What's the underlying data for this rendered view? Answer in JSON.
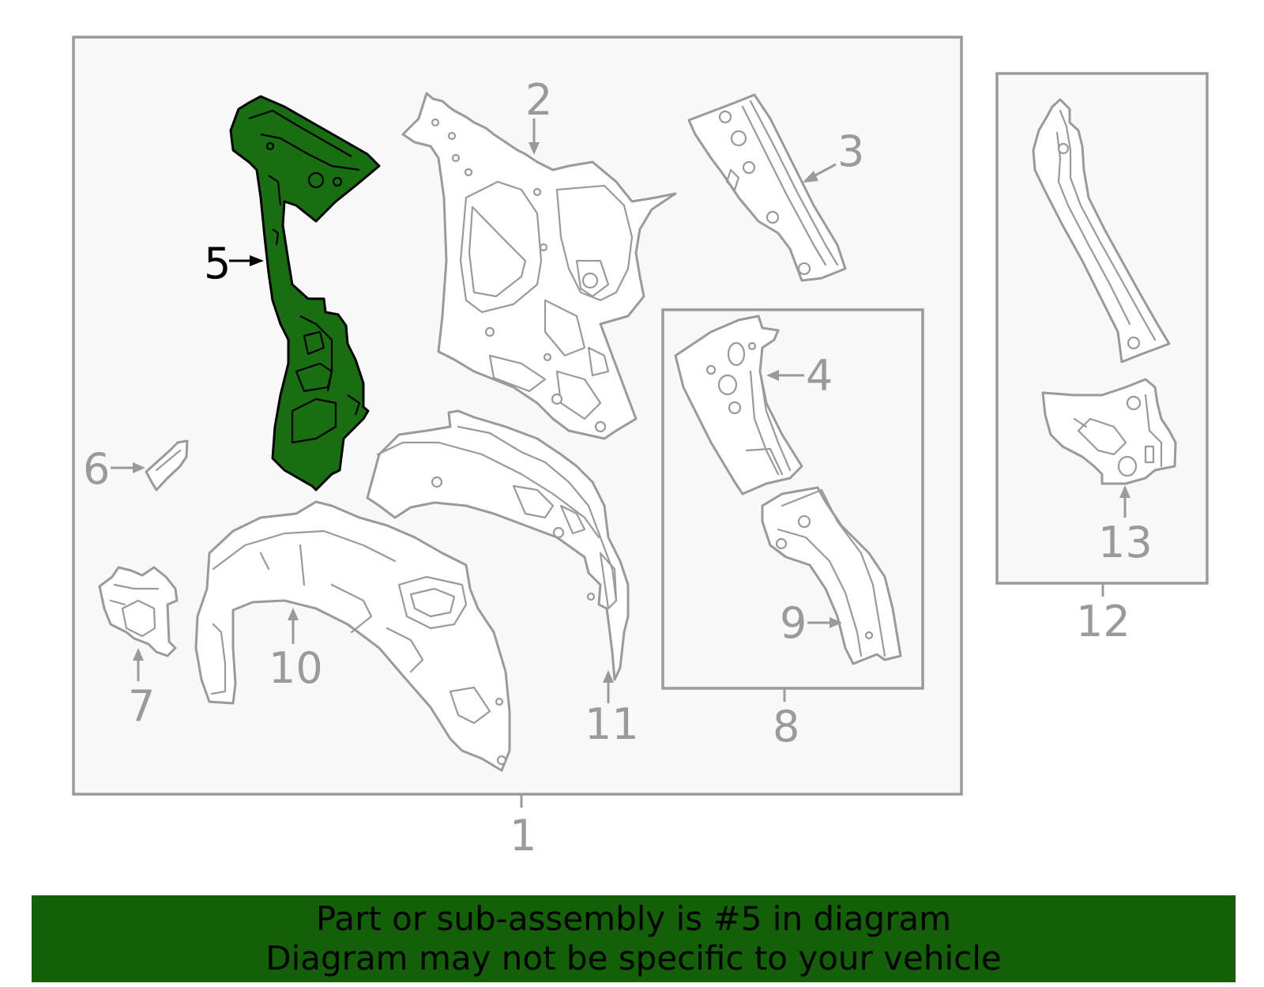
{
  "callouts": {
    "c1": "1",
    "c2": "2",
    "c3": "3",
    "c4": "4",
    "c5": "5",
    "c6": "6",
    "c7": "7",
    "c8": "8",
    "c9": "9",
    "c10": "10",
    "c11": "11",
    "c12": "12",
    "c13": "13"
  },
  "highlighted_part": "5",
  "colors": {
    "highlight": "#1a6e12",
    "banner": "#136009",
    "line": "#9a9a9a"
  },
  "banner": {
    "line1": "Part or sub-assembly is #5 in diagram",
    "line2": "Diagram may not be specific to your vehicle"
  }
}
